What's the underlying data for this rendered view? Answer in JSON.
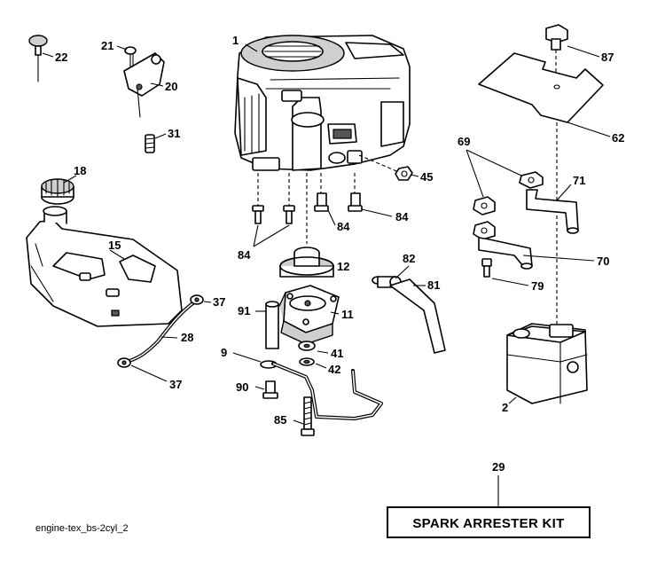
{
  "drawing_id": "engine-tex_bs-2cyl_2",
  "kit_label": "SPARK ARRESTER KIT",
  "callouts": {
    "c1": "1",
    "c2": "2",
    "c9": "9",
    "c11": "11",
    "c12": "12",
    "c15": "15",
    "c18": "18",
    "c20": "20",
    "c21": "21",
    "c22": "22",
    "c28": "28",
    "c29": "29",
    "c31": "31",
    "c37a": "37",
    "c37b": "37",
    "c41": "41",
    "c42": "42",
    "c45": "45",
    "c62": "62",
    "c69": "69",
    "c70": "70",
    "c71": "71",
    "c79": "79",
    "c81": "81",
    "c82": "82",
    "c84a": "84",
    "c84b": "84",
    "c84c": "84",
    "c85": "85",
    "c87": "87",
    "c90": "90",
    "c91": "91"
  }
}
